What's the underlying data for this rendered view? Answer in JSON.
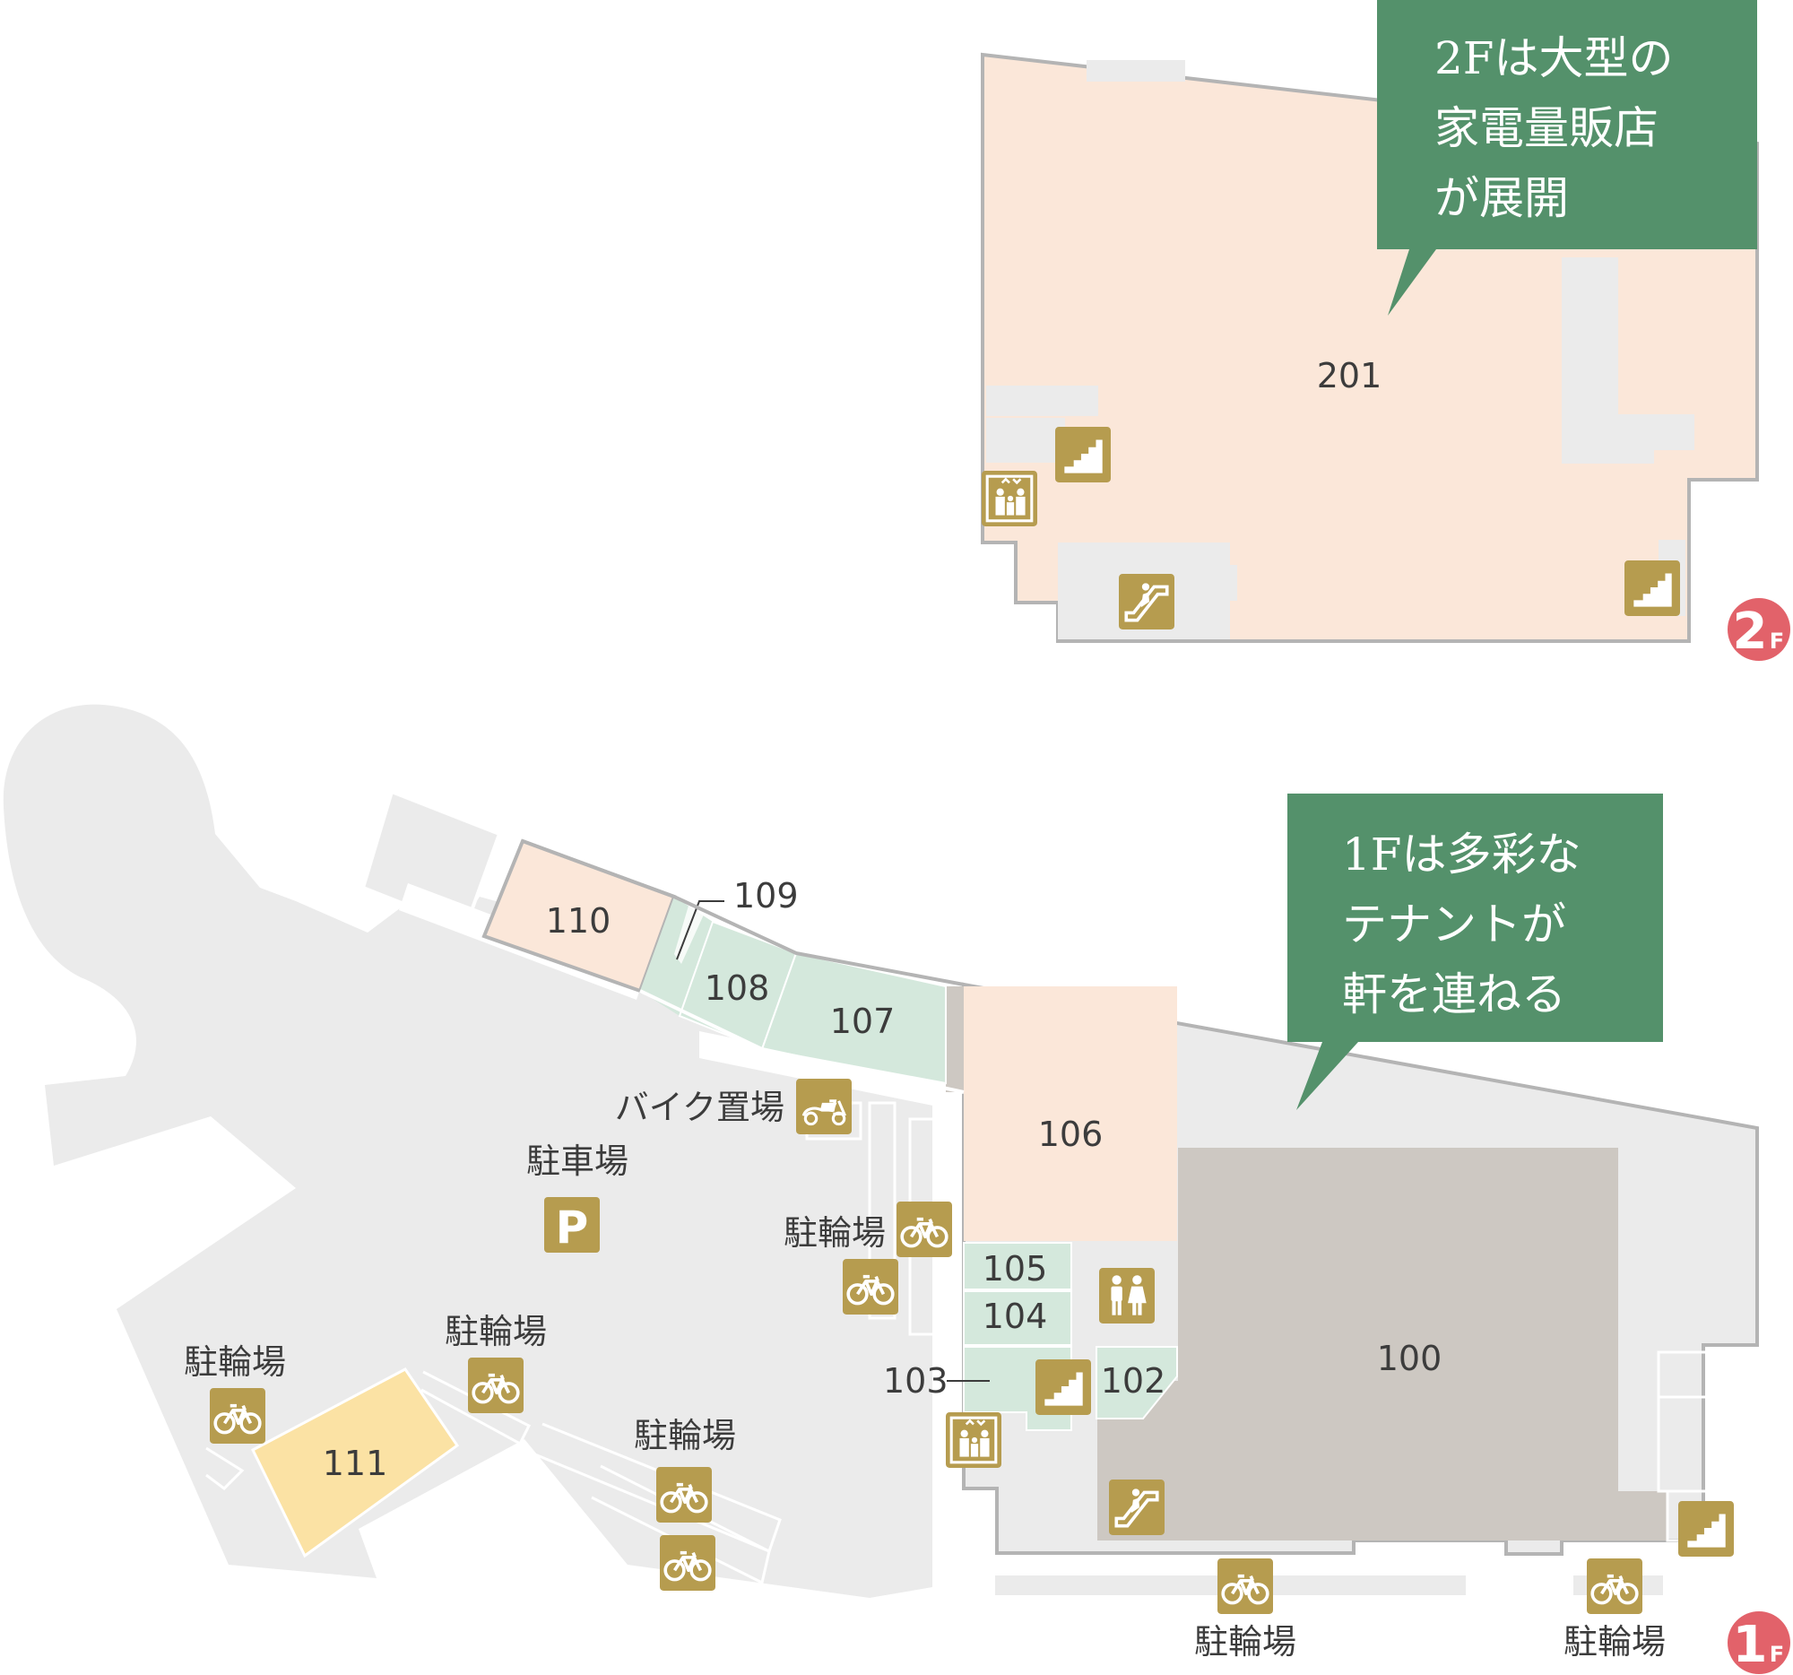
{
  "floors": {
    "second": {
      "badge": {
        "number": "2",
        "letter": "F"
      },
      "callout": [
        "2Fは大型の",
        "家電量販店",
        "が展開"
      ],
      "units": {
        "u201": "201"
      }
    },
    "first": {
      "badge": {
        "number": "1",
        "letter": "F"
      },
      "callout": [
        "1Fは多彩な",
        "テナントが",
        "軒を連ねる"
      ],
      "units": {
        "u100": "100",
        "u102": "102",
        "u103": "103",
        "u104": "104",
        "u105": "105",
        "u106": "106",
        "u107": "107",
        "u108": "108",
        "u109": "109",
        "u110": "110",
        "u111": "111"
      },
      "areas": {
        "bike_parking": "バイク置場",
        "car_parking": "駐車場",
        "parking_sign": "P",
        "bicycle_parking": "駐輪場"
      }
    }
  },
  "colors": {
    "tenant_peach": "#fbe7d9",
    "tenant_green": "#d4e8dc",
    "tenant_yellow": "#fbe2a4",
    "anchor_gray": "#cdc8c2",
    "ground_gray": "#ebebeb",
    "wall": "#b4b4b4",
    "icon_gold": "#b69c4f",
    "callout_green": "#54916b",
    "badge_red": "#e2626a"
  },
  "icons": [
    "stairs-icon",
    "elevator-icon",
    "escalator-icon",
    "restroom-icon",
    "bicycle-icon",
    "scooter-icon",
    "parking-icon"
  ]
}
